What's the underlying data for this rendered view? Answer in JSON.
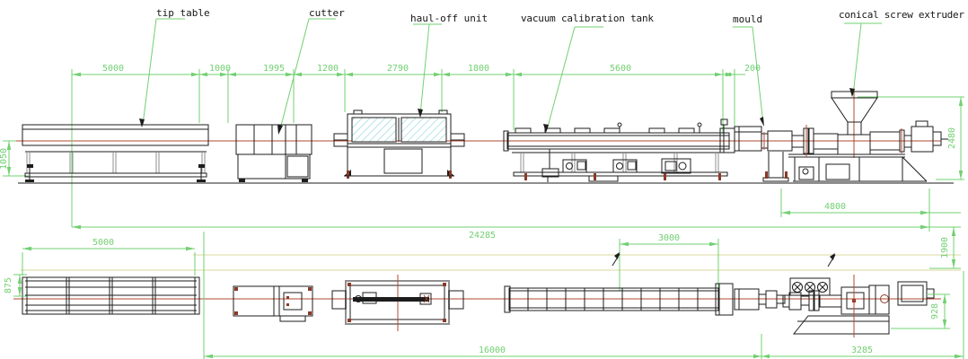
{
  "colors": {
    "dimension_green": "#72d072",
    "centerline_red": "#b24a31",
    "machine_outline": "#1d1d1d",
    "frame_gray": "#8f8f8f",
    "anchor_brown": "#8a3a28",
    "window_hatch_cyan": "#7fcfcf",
    "guide_olive": "#d9d99e",
    "background": "#ffffff"
  },
  "labels": {
    "tip_table": "tip table",
    "cutter": "cutter",
    "haul_off": "haul-off unit",
    "vacuum_tank": "vacuum calibration tank",
    "mould": "mould",
    "extruder": "conical screw extruder"
  },
  "elevation": {
    "chain_dims": [
      "5000",
      "1000",
      "1995",
      "1200",
      "2790",
      "1800",
      "5600",
      "200"
    ],
    "vertical_dim_left": "1050",
    "vertical_dim_right": "2480",
    "extruder_dim": "4800",
    "overall_dim": "24285"
  },
  "plan": {
    "left_dim": "5000",
    "left_vertical_dim": "875",
    "tank_dim": "3000",
    "bottom_left_dim": "16000",
    "bottom_right_dim": "3285",
    "right_vertical_dim_upper": "1900",
    "right_vertical_dim_lower": "928"
  }
}
